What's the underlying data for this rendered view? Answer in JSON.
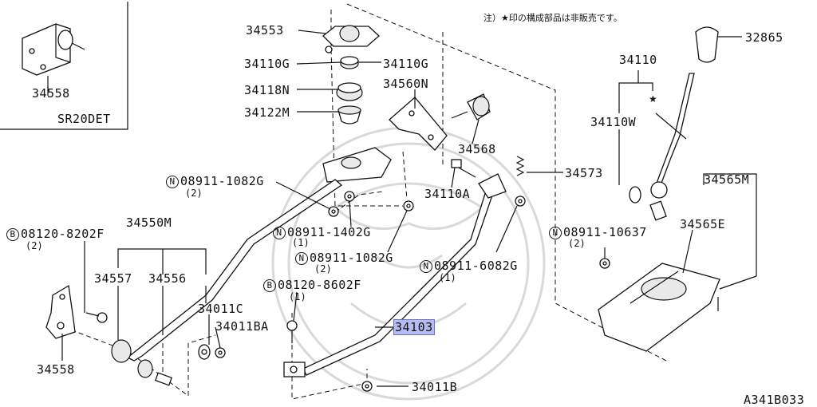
{
  "note": "注）★印の構成部品は非販売です。",
  "inset_label": "SR20DET",
  "diagram_id": "A341B033",
  "labels": {
    "p34558_top": "34558",
    "p34553": "34553",
    "p34110G_l": "34110G",
    "p34110G_r": "34110G",
    "p34118N": "34118N",
    "p34122M": "34122M",
    "p34560N": "34560N",
    "p34568": "34568",
    "p34110": "34110",
    "p32865": "32865",
    "p34110W": "34110W",
    "p34573": "34573",
    "p34110A": "34110A",
    "p34565M": "34565M",
    "p34565E": "34565E",
    "n08911_1082G_a": "08911-1082G",
    "n08911_1082G_a_qty": "(2)",
    "n08120_8202F": "08120-8202F",
    "n08120_8202F_qty": "(2)",
    "p34550M": "34550M",
    "n08911_1402G": "08911-1402G",
    "n08911_1402G_qty": "(1)",
    "n08911_1082G_b": "08911-1082G",
    "n08911_1082G_b_qty": "(2)",
    "n08911_6082G": "08911-6082G",
    "n08911_6082G_qty": "(1)",
    "n08911_10637": "08911-10637",
    "n08911_10637_qty": "(2)",
    "p34557": "34557",
    "p34556": "34556",
    "n08120_8602F": "08120-8602F",
    "n08120_8602F_qty": "(1)",
    "p34011C": "34011C",
    "p34011BA": "34011BA",
    "p34103": "34103",
    "p34558_bot": "34558",
    "p34011B": "34011B",
    "prefix_N": "N",
    "prefix_B": "B"
  }
}
